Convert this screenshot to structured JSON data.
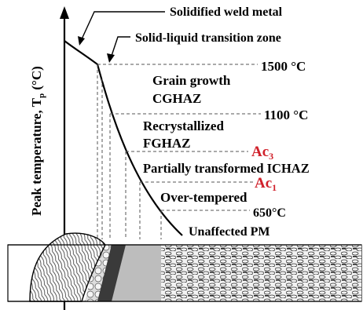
{
  "y_axis": {
    "label_main": "Peak temperature, T",
    "label_sub": "p",
    "label_unit": " (°C)"
  },
  "callouts": {
    "weld_metal": "Solidified weld metal",
    "transition_zone": "Solid-liquid transition zone"
  },
  "temperatures": {
    "t1500": "1500 °C",
    "t1100": "1100 °C",
    "t650": "650°C",
    "ac3_main": "Ac",
    "ac3_sub": "3",
    "ac1_main": "Ac",
    "ac1_sub": "1"
  },
  "zones": {
    "grain_growth": "Grain growth",
    "cghaz": "CGHAZ",
    "recrystallized": "Recrystallized",
    "fghaz": "FGHAZ",
    "ichaz": "Partially transformed ICHAZ",
    "over_tempered": "Over-tempered",
    "unaffected": "Unaffected PM"
  },
  "colors": {
    "accent_red": "#d0202a",
    "line": "#000000",
    "dashed": "#555555"
  }
}
